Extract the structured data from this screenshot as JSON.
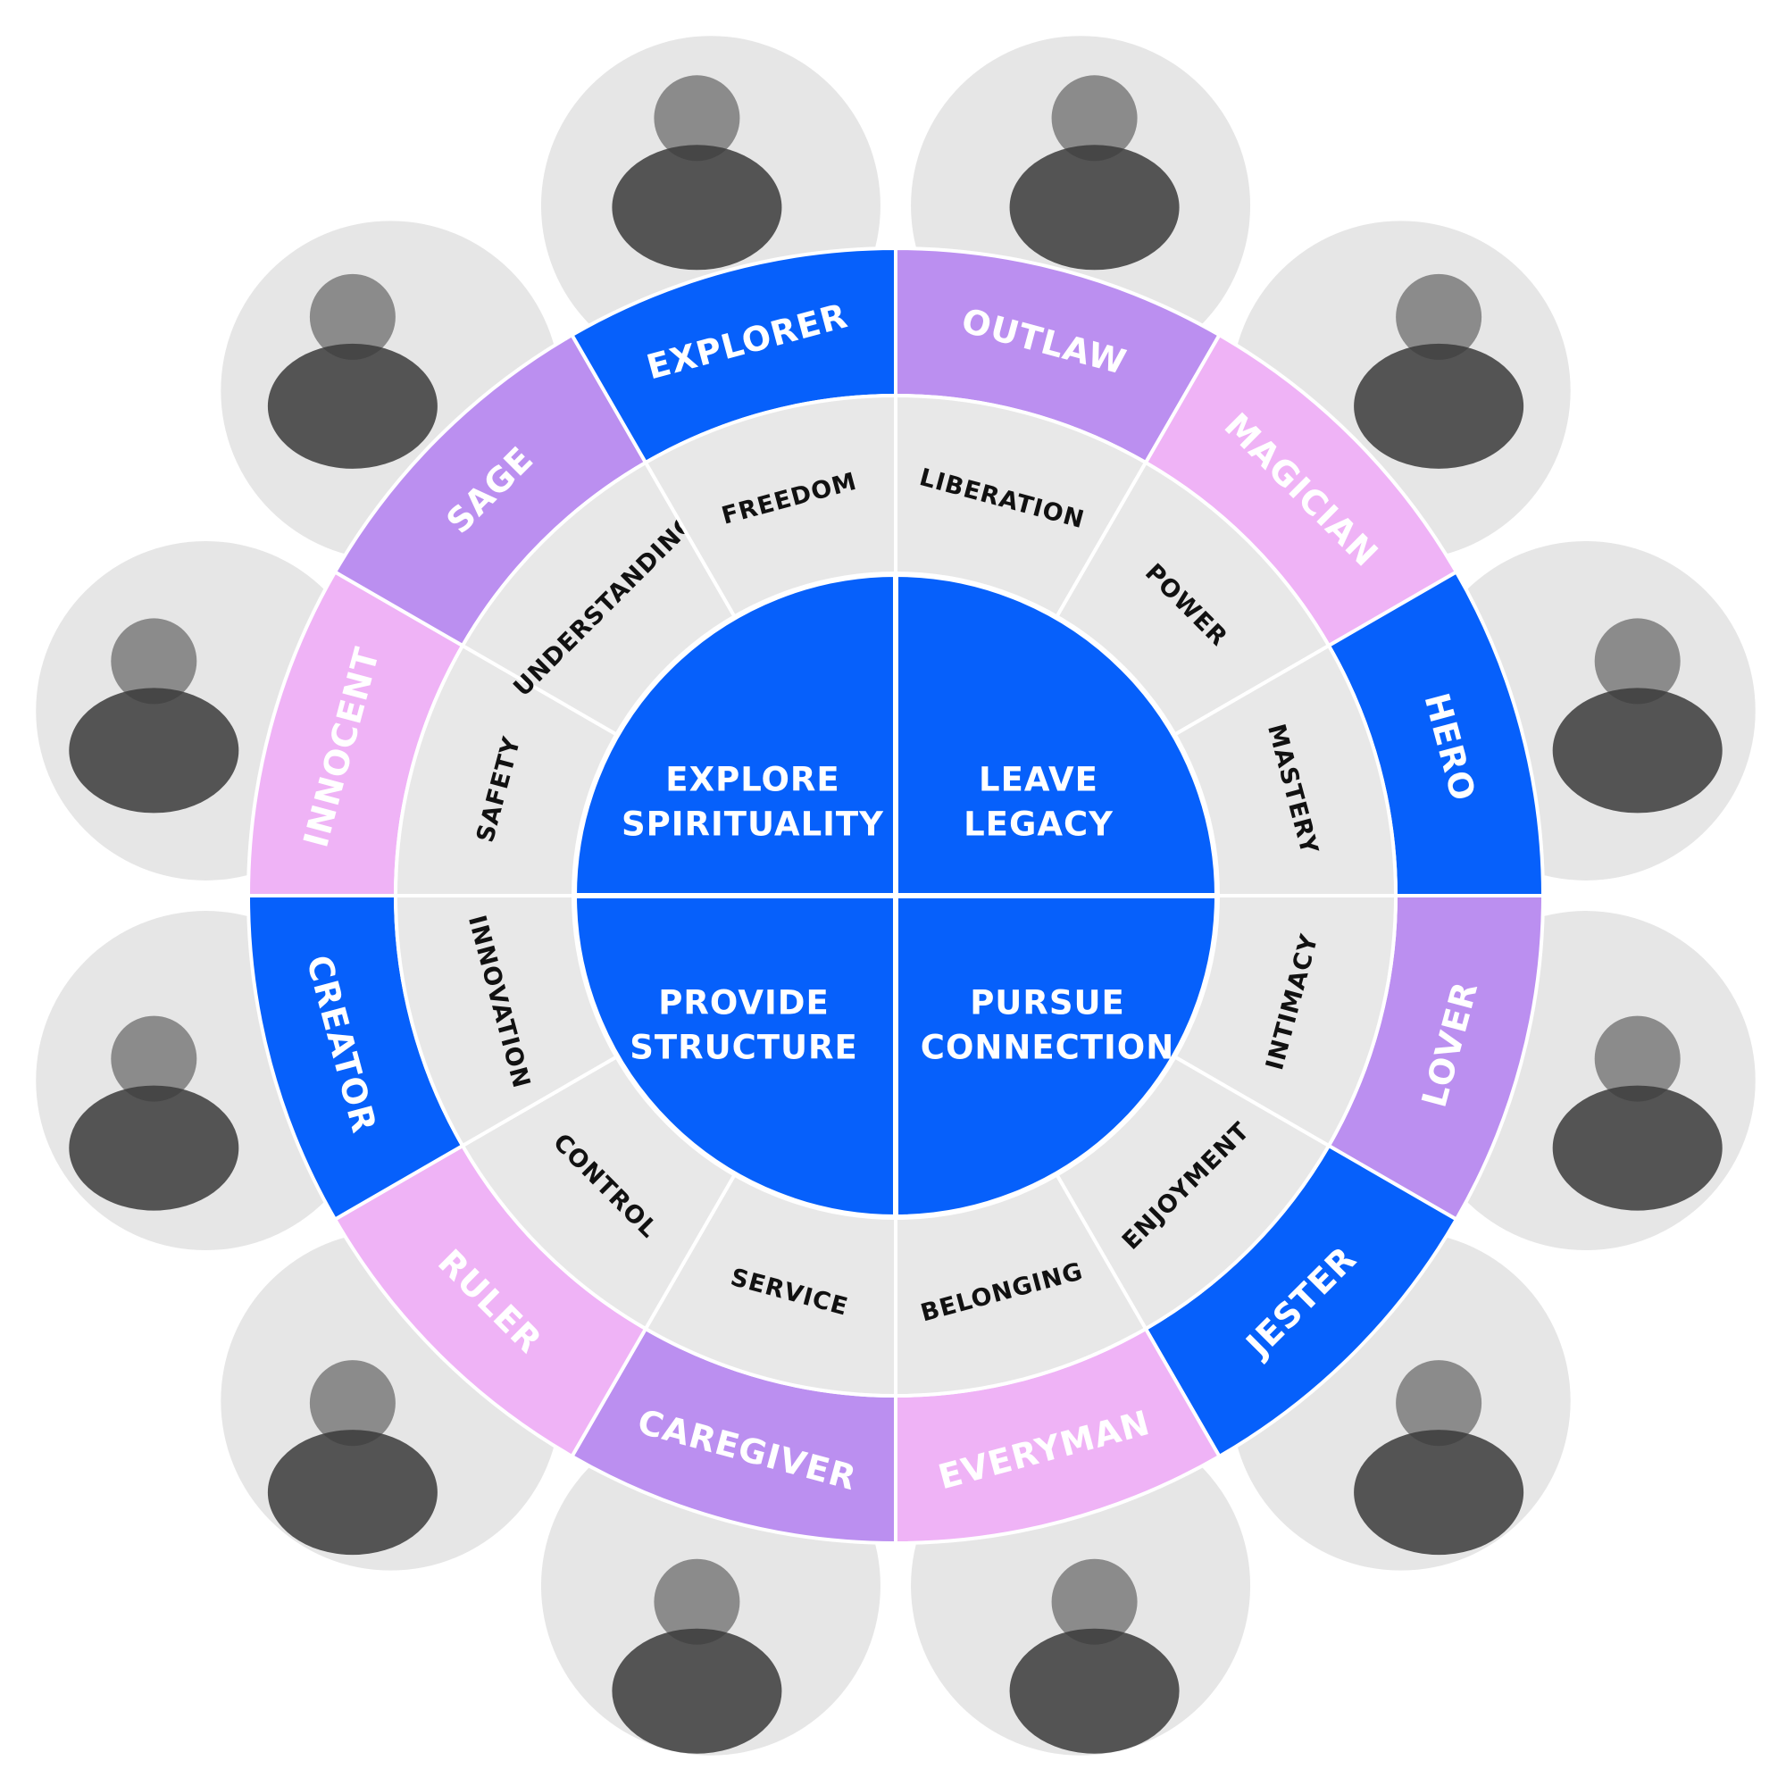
{
  "colors": {
    "blue": "#0660fb",
    "lavender": "#bb8ff0",
    "pink": "#efb3f6",
    "gray": "#e8e8e8",
    "photo_bg": "#e6e6e6",
    "stroke": "#ffffff"
  },
  "core": [
    {
      "id": "explore-spirituality",
      "lines": [
        "EXPLORE",
        "SPIRITUALITY"
      ]
    },
    {
      "id": "leave-legacy",
      "lines": [
        "LEAVE",
        "LEGACY"
      ]
    },
    {
      "id": "pursue-connection",
      "lines": [
        "PURSUE",
        "CONNECTION"
      ]
    },
    {
      "id": "provide-structure",
      "lines": [
        "PROVIDE",
        "STRUCTURE"
      ]
    }
  ],
  "archetypes": [
    {
      "name": "OUTLAW",
      "driver": "LIBERATION",
      "color": "lavender",
      "icon": "cowboy-photo-icon"
    },
    {
      "name": "MAGICIAN",
      "driver": "POWER",
      "color": "pink",
      "icon": "magician-photo-icon"
    },
    {
      "name": "HERO",
      "driver": "MASTERY",
      "color": "blue",
      "icon": "firefighter-photo-icon"
    },
    {
      "name": "LOVER",
      "driver": "INTIMACY",
      "color": "lavender",
      "icon": "woman-photo-icon"
    },
    {
      "name": "JESTER",
      "driver": "ENJOYMENT",
      "color": "blue",
      "icon": "jester-photo-icon"
    },
    {
      "name": "EVERYMAN",
      "driver": "BELONGING",
      "color": "pink",
      "icon": "smiling-man-photo-icon"
    },
    {
      "name": "CAREGIVER",
      "driver": "SERVICE",
      "color": "lavender",
      "icon": "hands-photo-icon"
    },
    {
      "name": "RULER",
      "driver": "CONTROL",
      "color": "pink",
      "icon": "businessman-photo-icon"
    },
    {
      "name": "CREATOR",
      "driver": "INNOVATION",
      "color": "blue",
      "icon": "sculpture-photo-icon"
    },
    {
      "name": "INNOCENT",
      "driver": "SAFETY",
      "color": "pink",
      "icon": "woman-flower-photo-icon"
    },
    {
      "name": "SAGE",
      "driver": "UNDERSTANDING",
      "color": "lavender",
      "icon": "old-man-reading-photo-icon"
    },
    {
      "name": "EXPLORER",
      "driver": "FREEDOM",
      "color": "blue",
      "icon": "hiker-photo-icon"
    }
  ]
}
